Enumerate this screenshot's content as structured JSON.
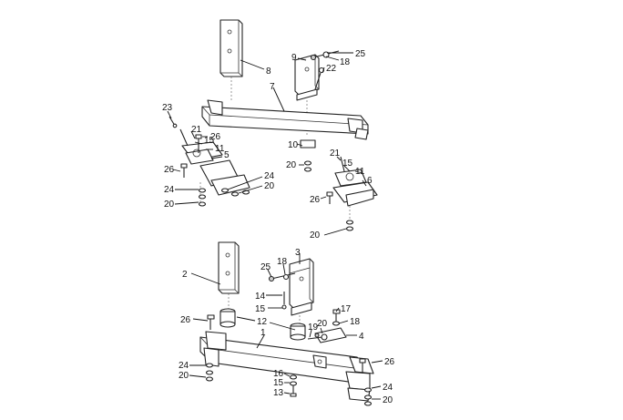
{
  "diagram": {
    "upper_assembly_callouts": [
      "25",
      "9",
      "18",
      "22",
      "8",
      "7",
      "23",
      "21",
      "26",
      "15",
      "11",
      "5",
      "10",
      "21",
      "15",
      "26",
      "11",
      "6",
      "24",
      "20",
      "24",
      "20",
      "26",
      "20",
      "20"
    ],
    "lower_assembly_callouts": [
      "2",
      "3",
      "25",
      "18",
      "14",
      "15",
      "17",
      "18",
      "26",
      "12",
      "19",
      "20",
      "1",
      "4",
      "26",
      "24",
      "20",
      "16",
      "15",
      "13",
      "24",
      "20"
    ]
  },
  "colors": {
    "line": "#222222",
    "background": "#ffffff"
  }
}
